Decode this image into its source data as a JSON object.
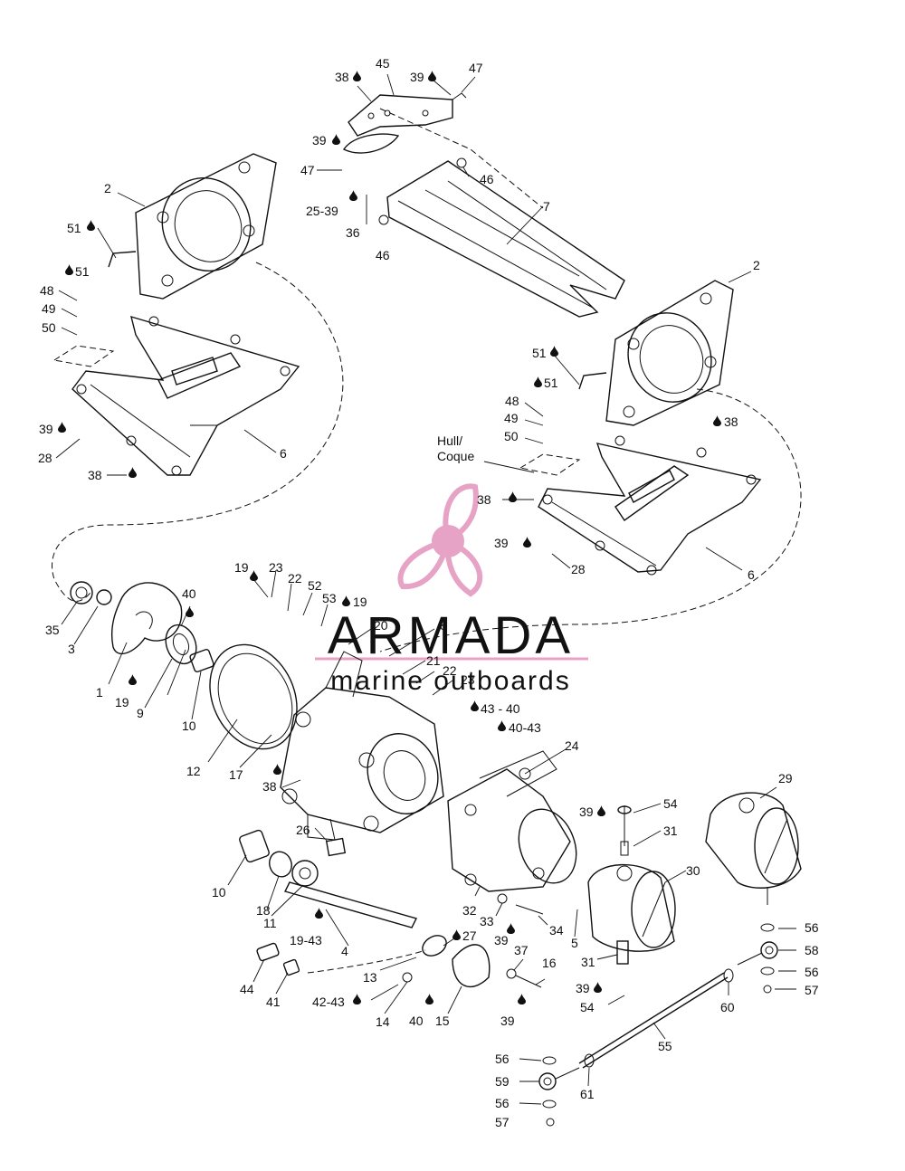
{
  "diagram": {
    "callouts": [
      {
        "id": "c38a",
        "text": "38"
      },
      {
        "id": "c45",
        "text": "45"
      },
      {
        "id": "c39a",
        "text": "39"
      },
      {
        "id": "c47a",
        "text": "47"
      },
      {
        "id": "c39b",
        "text": "39"
      },
      {
        "id": "c47b",
        "text": "47"
      },
      {
        "id": "c46a",
        "text": "46"
      },
      {
        "id": "c7",
        "text": "7"
      },
      {
        "id": "c25-39",
        "text": "25-39"
      },
      {
        "id": "c36",
        "text": "36"
      },
      {
        "id": "c46b",
        "text": "46"
      },
      {
        "id": "c2a",
        "text": "2"
      },
      {
        "id": "c51a",
        "text": "51"
      },
      {
        "id": "c51b",
        "text": "51"
      },
      {
        "id": "c48a",
        "text": "48"
      },
      {
        "id": "c49a",
        "text": "49"
      },
      {
        "id": "c50a",
        "text": "50"
      },
      {
        "id": "c39c",
        "text": "39"
      },
      {
        "id": "c28a",
        "text": "28"
      },
      {
        "id": "c38b",
        "text": "38"
      },
      {
        "id": "c6a",
        "text": "6"
      },
      {
        "id": "c2b",
        "text": "2"
      },
      {
        "id": "c51c",
        "text": "51"
      },
      {
        "id": "c51d",
        "text": "51"
      },
      {
        "id": "c38c",
        "text": "38"
      },
      {
        "id": "c48b",
        "text": "48"
      },
      {
        "id": "c49b",
        "text": "49"
      },
      {
        "id": "c50b",
        "text": "50"
      },
      {
        "id": "chull1",
        "text": "Hull/"
      },
      {
        "id": "chull2",
        "text": "Coque"
      },
      {
        "id": "c38d",
        "text": "38"
      },
      {
        "id": "c39d",
        "text": "39"
      },
      {
        "id": "c28b",
        "text": "28"
      },
      {
        "id": "c6b",
        "text": "6"
      },
      {
        "id": "c19a",
        "text": "19"
      },
      {
        "id": "c23a",
        "text": "23"
      },
      {
        "id": "c22a",
        "text": "22"
      },
      {
        "id": "c52",
        "text": "52"
      },
      {
        "id": "c53",
        "text": "53"
      },
      {
        "id": "c19b",
        "text": "19"
      },
      {
        "id": "c20",
        "text": "20"
      },
      {
        "id": "c8",
        "text": "8"
      },
      {
        "id": "c21",
        "text": "21"
      },
      {
        "id": "c22b",
        "text": "22"
      },
      {
        "id": "c23b",
        "text": "23"
      },
      {
        "id": "c35",
        "text": "35"
      },
      {
        "id": "c3",
        "text": "3"
      },
      {
        "id": "c40a",
        "text": "40"
      },
      {
        "id": "c1",
        "text": "1"
      },
      {
        "id": "c19c",
        "text": "19"
      },
      {
        "id": "c9",
        "text": "9"
      },
      {
        "id": "c10a",
        "text": "10"
      },
      {
        "id": "c12",
        "text": "12"
      },
      {
        "id": "c17",
        "text": "17"
      },
      {
        "id": "c43-40",
        "text": "43 - 40"
      },
      {
        "id": "c40-43",
        "text": "40-43"
      },
      {
        "id": "c24",
        "text": "24"
      },
      {
        "id": "c38e",
        "text": "38"
      },
      {
        "id": "c26",
        "text": "26"
      },
      {
        "id": "c29",
        "text": "29"
      },
      {
        "id": "c39e",
        "text": "39"
      },
      {
        "id": "c54a",
        "text": "54"
      },
      {
        "id": "c31a",
        "text": "31"
      },
      {
        "id": "c30",
        "text": "30"
      },
      {
        "id": "c10b",
        "text": "10"
      },
      {
        "id": "c18",
        "text": "18"
      },
      {
        "id": "c11",
        "text": "11"
      },
      {
        "id": "c19-43",
        "text": "19-43"
      },
      {
        "id": "c4",
        "text": "4"
      },
      {
        "id": "c27",
        "text": "27"
      },
      {
        "id": "c32",
        "text": "32"
      },
      {
        "id": "c33",
        "text": "33"
      },
      {
        "id": "c34",
        "text": "34"
      },
      {
        "id": "c39f",
        "text": "39"
      },
      {
        "id": "c37",
        "text": "37"
      },
      {
        "id": "c5",
        "text": "5"
      },
      {
        "id": "c16",
        "text": "16"
      },
      {
        "id": "c31b",
        "text": "31"
      },
      {
        "id": "c56a",
        "text": "56"
      },
      {
        "id": "c58",
        "text": "58"
      },
      {
        "id": "c56b",
        "text": "56"
      },
      {
        "id": "c57a",
        "text": "57"
      },
      {
        "id": "c44",
        "text": "44"
      },
      {
        "id": "c41",
        "text": "41"
      },
      {
        "id": "c13",
        "text": "13"
      },
      {
        "id": "c42-43",
        "text": "42-43"
      },
      {
        "id": "c14",
        "text": "14"
      },
      {
        "id": "c40b",
        "text": "40"
      },
      {
        "id": "c15",
        "text": "15"
      },
      {
        "id": "c39g",
        "text": "39"
      },
      {
        "id": "c39h",
        "text": "39"
      },
      {
        "id": "c54b",
        "text": "54"
      },
      {
        "id": "c60",
        "text": "60"
      },
      {
        "id": "c55",
        "text": "55"
      },
      {
        "id": "c56c",
        "text": "56"
      },
      {
        "id": "c59",
        "text": "59"
      },
      {
        "id": "c61",
        "text": "61"
      },
      {
        "id": "c56d",
        "text": "56"
      },
      {
        "id": "c57b",
        "text": "57"
      }
    ],
    "drop_icon": "lubricant-drop-icon"
  },
  "watermark": {
    "brand": "ARMADA",
    "tagline": "marine outboards",
    "color_pink": "#e6a3c5",
    "color_gray": "#8c8c8c"
  }
}
